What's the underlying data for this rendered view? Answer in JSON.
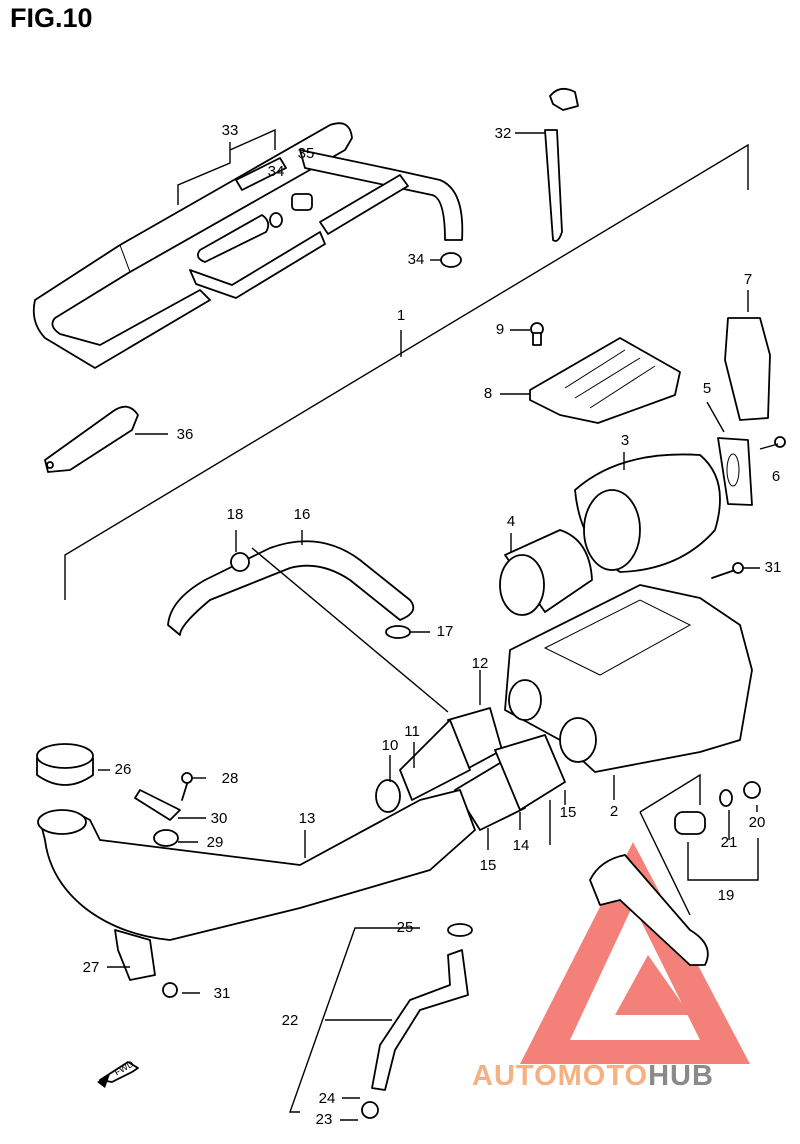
{
  "title": "FIG.10",
  "fwd_label": "FWD",
  "watermark": {
    "part1": "AUTO",
    "part2": "MOTO",
    "part3": "HUB",
    "colors": {
      "triangle": "#f25c54",
      "text_orange": "#f6b183",
      "text_gray": "#8a8a8a"
    }
  },
  "labels": {
    "l1": "1",
    "l2": "2",
    "l3": "3",
    "l4": "4",
    "l5": "5",
    "l6": "6",
    "l7": "7",
    "l8": "8",
    "l9": "9",
    "l10": "10",
    "l11": "11",
    "l12": "12",
    "l13": "13",
    "l14": "14",
    "l15a": "15",
    "l15b": "15",
    "l16": "16",
    "l17": "17",
    "l18": "18",
    "l19": "19",
    "l20": "20",
    "l21": "21",
    "l22": "22",
    "l23": "23",
    "l24": "24",
    "l25": "25",
    "l26": "26",
    "l27": "27",
    "l28": "28",
    "l29": "29",
    "l30": "30",
    "l31a": "31",
    "l31b": "31",
    "l32": "32",
    "l33": "33",
    "l34a": "34",
    "l34b": "34",
    "l35": "35",
    "l36": "36"
  }
}
